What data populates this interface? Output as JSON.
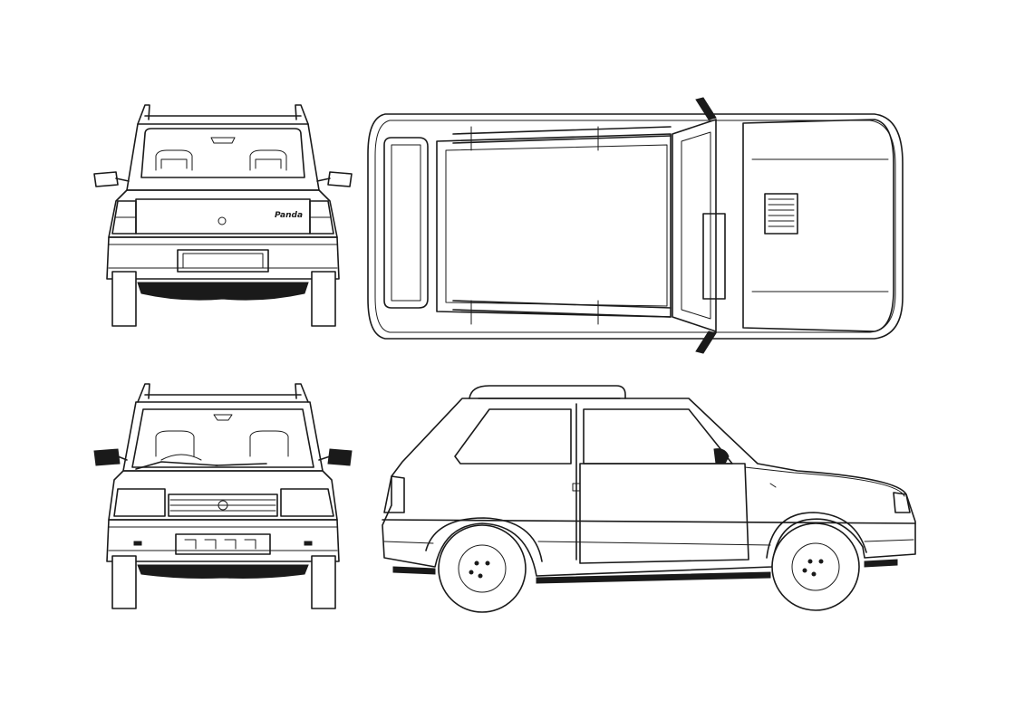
{
  "drawing": {
    "ink_color": "#1a1a1a",
    "paper_color": "#ffffff",
    "views": [
      "rear-view",
      "top-view",
      "front-view",
      "side-view"
    ],
    "rear_badge": "Panda"
  }
}
